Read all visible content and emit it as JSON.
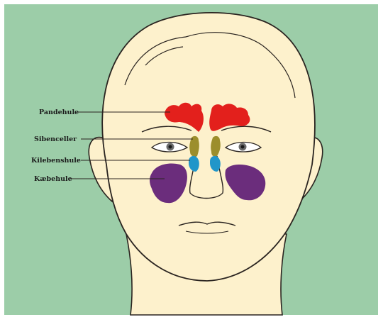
{
  "diagram": {
    "labels": [
      {
        "key": "frontal",
        "text": "Pandehule"
      },
      {
        "key": "ethmoid",
        "text": "Sibenceller"
      },
      {
        "key": "sphenoid",
        "text": "Kilebenshule"
      },
      {
        "key": "maxillary",
        "text": "Kæbehule"
      }
    ]
  },
  "colors": {
    "background": "#9ccda8",
    "skin": "#fdf1cc",
    "outline": "#2a2420",
    "frontal_sinus": "#e3201c",
    "ethmoid_cells": "#9c8e2c",
    "sphenoid_sinus": "#2196c9",
    "maxillary_sinus": "#6b2d7c"
  }
}
